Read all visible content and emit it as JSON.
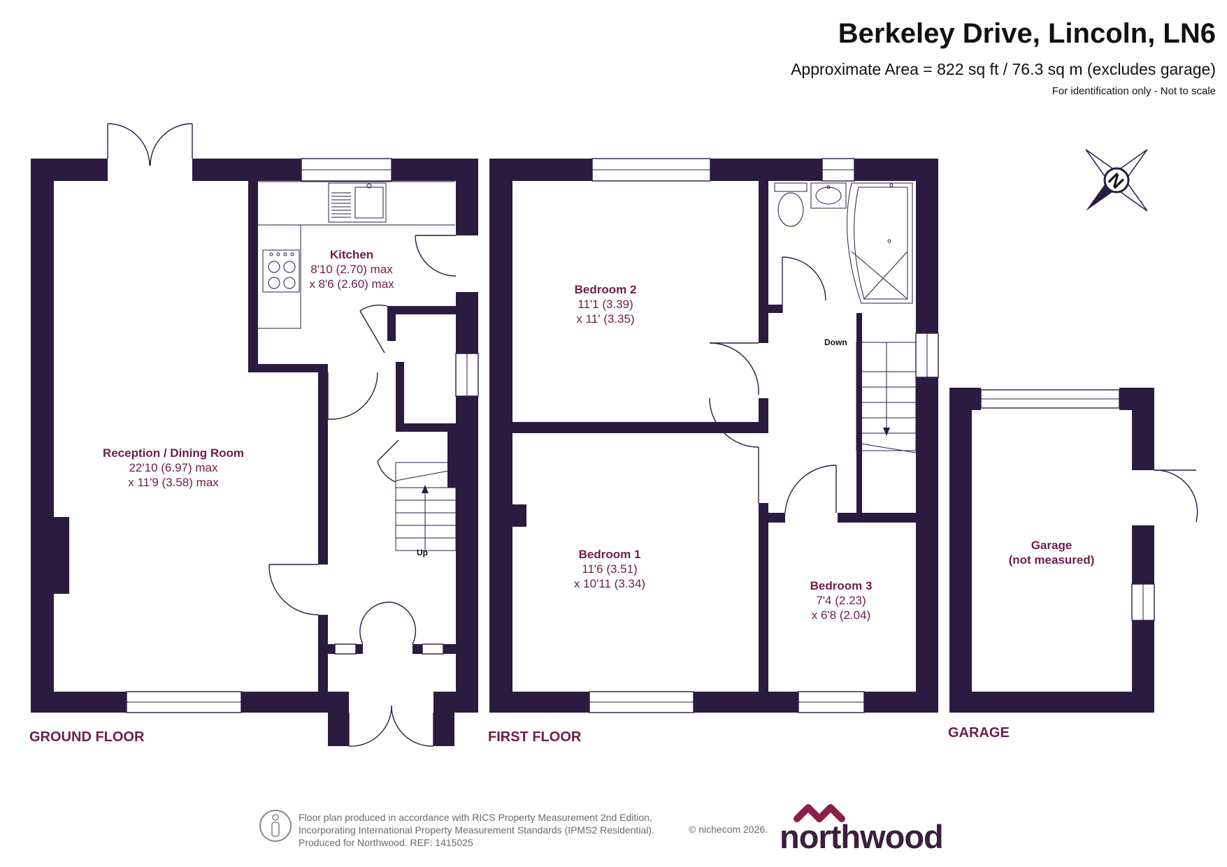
{
  "header": {
    "title": "Berkeley Drive, Lincoln, LN6",
    "area": "Approximate Area = 822 sq ft / 76.3 sq m (excludes garage)",
    "note": "For identification only - Not to scale"
  },
  "floors": {
    "ground": "GROUND FLOOR",
    "first": "FIRST FLOOR",
    "garage": "GARAGE"
  },
  "rooms": {
    "reception": {
      "name": "Reception  / Dining Room",
      "dim1": "22'10 (6.97) max",
      "dim2": "x 11'9 (3.58) max"
    },
    "kitchen": {
      "name": "Kitchen",
      "dim1": "8'10 (2.70) max",
      "dim2": "x 8'6 (2.60) max"
    },
    "bedroom2": {
      "name": "Bedroom 2",
      "dim1": "11'1 (3.39)",
      "dim2": "x 11' (3.35)"
    },
    "bedroom1": {
      "name": "Bedroom 1",
      "dim1": "11'6 (3.51)",
      "dim2": "x 10'11 (3.34)"
    },
    "bedroom3": {
      "name": "Bedroom 3",
      "dim1": "7'4 (2.23)",
      "dim2": "x 6'8 (2.04)"
    },
    "garage": {
      "name": "Garage",
      "dim1": "(not measured)"
    }
  },
  "stairs": {
    "up": "Up",
    "down": "Down"
  },
  "compass": {
    "letter": "N",
    "icon": "compass-icon"
  },
  "footer": {
    "line1": "Floor plan produced in accordance with RICS Property Measurement 2nd Edition,",
    "line2": "Incorporating International Property Measurement Standards (IPMS2 Residential).",
    "line3": "Produced for Northwood.   REF:  1415025",
    "copyright": "© nichecom 2026.",
    "brand": "northwood",
    "badge_icon": "person-icon",
    "logo_icon": "northwood-logo-icon"
  },
  "colors": {
    "wall": "#2a1c40",
    "label": "#6b1e4b",
    "brand": "#3b1f3e",
    "logo_mark": "#8a1f4a"
  }
}
